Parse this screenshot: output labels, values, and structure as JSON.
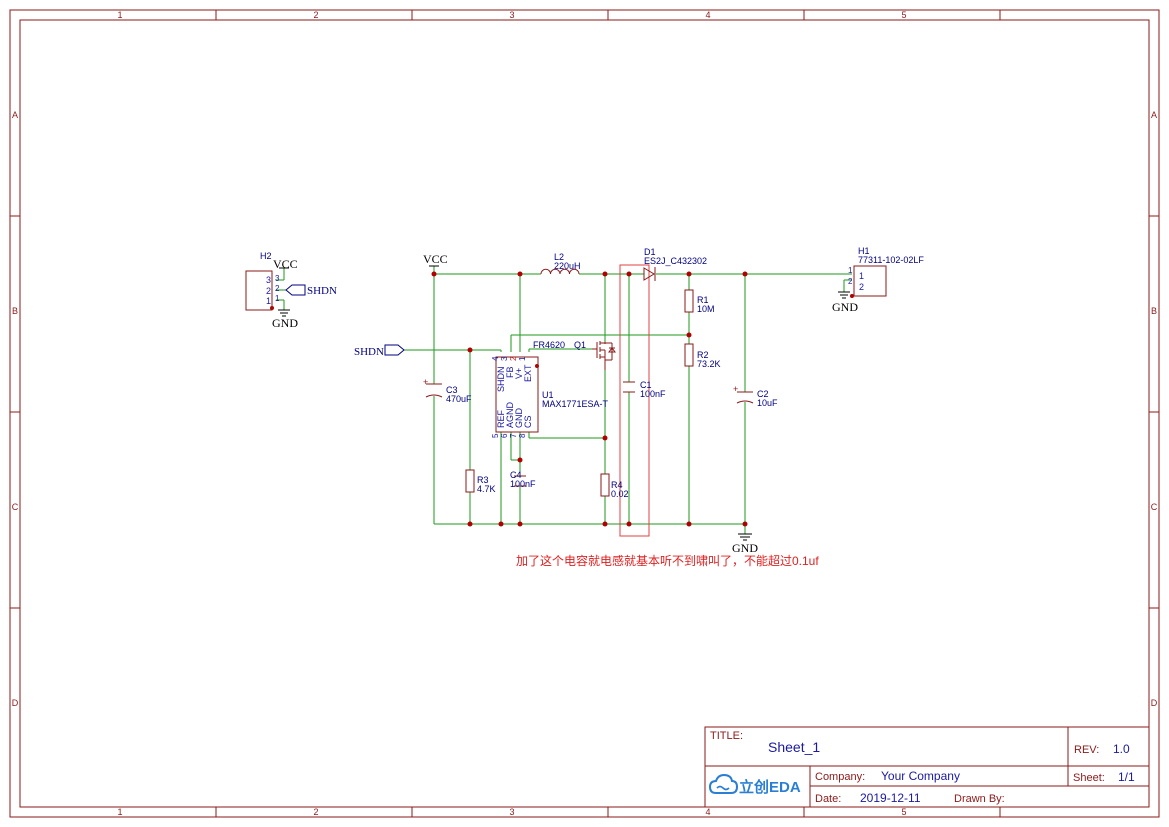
{
  "frame": {
    "columns": [
      "1",
      "2",
      "3",
      "4",
      "5"
    ],
    "rows": [
      "A",
      "B",
      "C",
      "D"
    ]
  },
  "title_block": {
    "title_label": "TITLE:",
    "title_value": "Sheet_1",
    "rev_label": "REV:",
    "rev_value": "1.0",
    "company_label": "Company:",
    "company_value": "Your Company",
    "sheet_label": "Sheet:",
    "sheet_value": "1/1",
    "date_label": "Date:",
    "date_value": "2019-12-11",
    "drawn_label": "Drawn By:",
    "drawn_value": "",
    "logo_text": "立创EDA"
  },
  "labels": {
    "vcc": "VCC",
    "gnd": "GND",
    "shdn": "SHDN"
  },
  "components": {
    "h2": {
      "ref": "H2",
      "pin3": "3",
      "pin2": "2",
      "pin1": "1",
      "p3": "3",
      "p2": "2",
      "p1": "1"
    },
    "h1": {
      "ref": "H1",
      "value": "77311-102-02LF",
      "pin1": "1",
      "pin2": "2",
      "p1": "1",
      "p2": "2"
    },
    "l2": {
      "ref": "L2",
      "value": "220uH"
    },
    "d1": {
      "ref": "D1",
      "value": "ES2J_C432302"
    },
    "q1": {
      "ref": "Q1",
      "value": "FR4620"
    },
    "u1": {
      "ref": "U1",
      "value": "MAX1771ESA-T",
      "pins_top": [
        "SHDN",
        "FB",
        "V+",
        "EXT"
      ],
      "pins_top_nums": [
        "4",
        "3",
        "2",
        "1"
      ],
      "pins_bottom": [
        "REF",
        "AGND",
        "GND",
        "CS"
      ],
      "pins_bottom_nums": [
        "5",
        "6",
        "7",
        "8"
      ]
    },
    "r1": {
      "ref": "R1",
      "value": "10M"
    },
    "r2": {
      "ref": "R2",
      "value": "73.2K"
    },
    "r3": {
      "ref": "R3",
      "value": "4.7K"
    },
    "r4": {
      "ref": "R4",
      "value": "0.02"
    },
    "c1": {
      "ref": "C1",
      "value": "100nF"
    },
    "c2": {
      "ref": "C2",
      "value": "10uF"
    },
    "c3": {
      "ref": "C3",
      "value": "470uF"
    },
    "c4": {
      "ref": "C4",
      "value": "100nF"
    }
  },
  "annotation": "加了这个电容就电感就基本听不到啸叫了，不能超过0.1uf",
  "colors": {
    "frame": "#8b1a1a",
    "wire": "#1e9a1e",
    "label": "#1a1aa0",
    "net": "#000080",
    "junction": "#b00000",
    "annotation": "#e02020",
    "highlight": "#e04040"
  }
}
